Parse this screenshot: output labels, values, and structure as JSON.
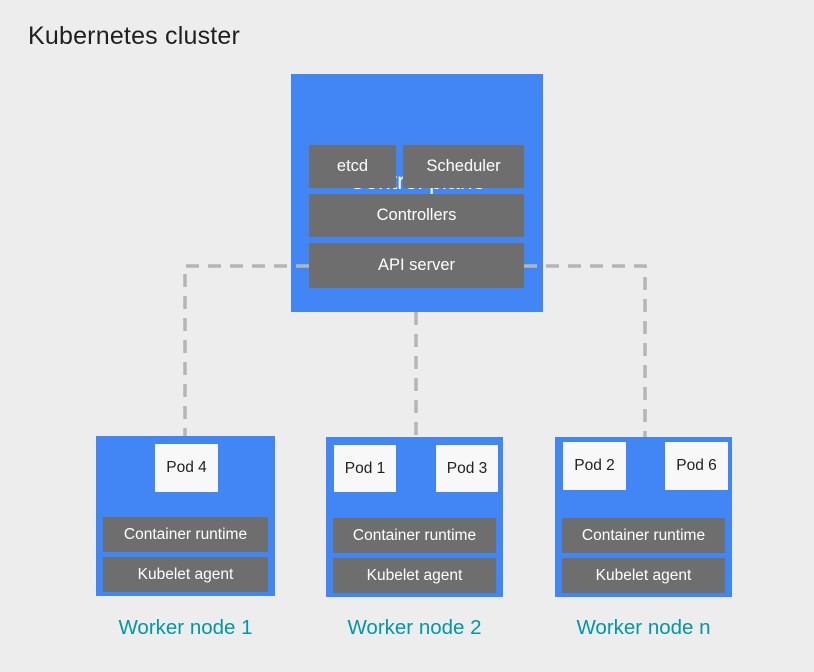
{
  "title": "Kubernetes cluster",
  "colors": {
    "background": "#ededed",
    "node_blue": "#4285f4",
    "component_gray": "#6e6e6e",
    "pod_background": "#f8f8f8",
    "pod_text": "#212121",
    "worker_label_teal": "#0097a7",
    "connector_gray": "#b5b5b5",
    "title_text": "#1f1f1f",
    "box_text_white": "#ffffff"
  },
  "control_plane": {
    "label": "Control plane",
    "components": {
      "etcd": "etcd",
      "scheduler": "Scheduler",
      "controllers": "Controllers",
      "api_server": "API server"
    }
  },
  "worker_nodes": [
    {
      "label": "Worker node 1",
      "pods": [
        "Pod 4"
      ],
      "components": [
        "Container runtime",
        "Kubelet agent"
      ]
    },
    {
      "label": "Worker node 2",
      "pods": [
        "Pod 1",
        "Pod 3"
      ],
      "components": [
        "Container runtime",
        "Kubelet agent"
      ]
    },
    {
      "label": "Worker node n",
      "pods": [
        "Pod 2",
        "Pod 6"
      ],
      "components": [
        "Container runtime",
        "Kubelet agent"
      ]
    }
  ]
}
